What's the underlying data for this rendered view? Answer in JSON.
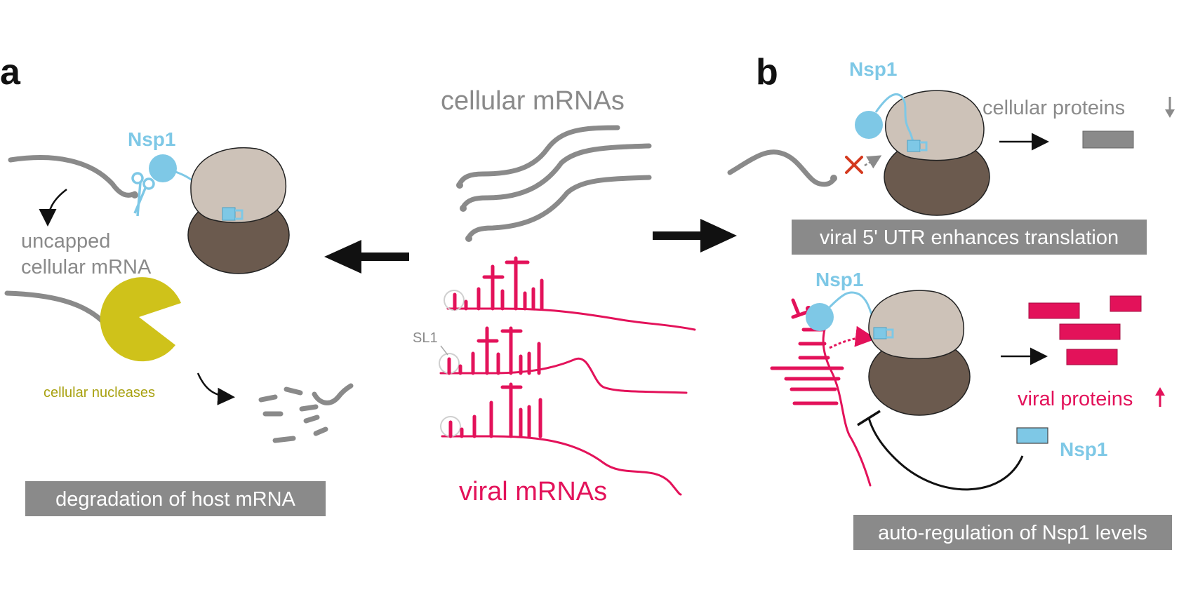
{
  "panel_a": {
    "letter": "a",
    "nsp1_label": "Nsp1",
    "uncapped_line1": "uncapped",
    "uncapped_line2": "cellular mRNA",
    "nucleases_label": "cellular nucleases",
    "box_label": "degradation of host mRNA"
  },
  "center": {
    "cellular_label": "cellular mRNAs",
    "viral_label": "viral mRNAs",
    "sl1_label": "SL1"
  },
  "panel_b": {
    "letter": "b",
    "nsp1_top_label": "Nsp1",
    "cellular_proteins_label": "cellular proteins",
    "box_top_label": "viral 5' UTR enhances translation",
    "nsp1_mid_label": "Nsp1",
    "viral_proteins_label": "viral proteins",
    "nsp1_free_label": "Nsp1",
    "box_bottom_label": "auto-regulation of Nsp1 levels"
  },
  "colors": {
    "nsp1": "#7ec8e6",
    "viral": "#e3125a",
    "ribosome_small": "#cdc2b8",
    "ribosome_large": "#6b5a4e",
    "nuclease": "#cfc21a",
    "label_box": "#8a8a8a"
  }
}
